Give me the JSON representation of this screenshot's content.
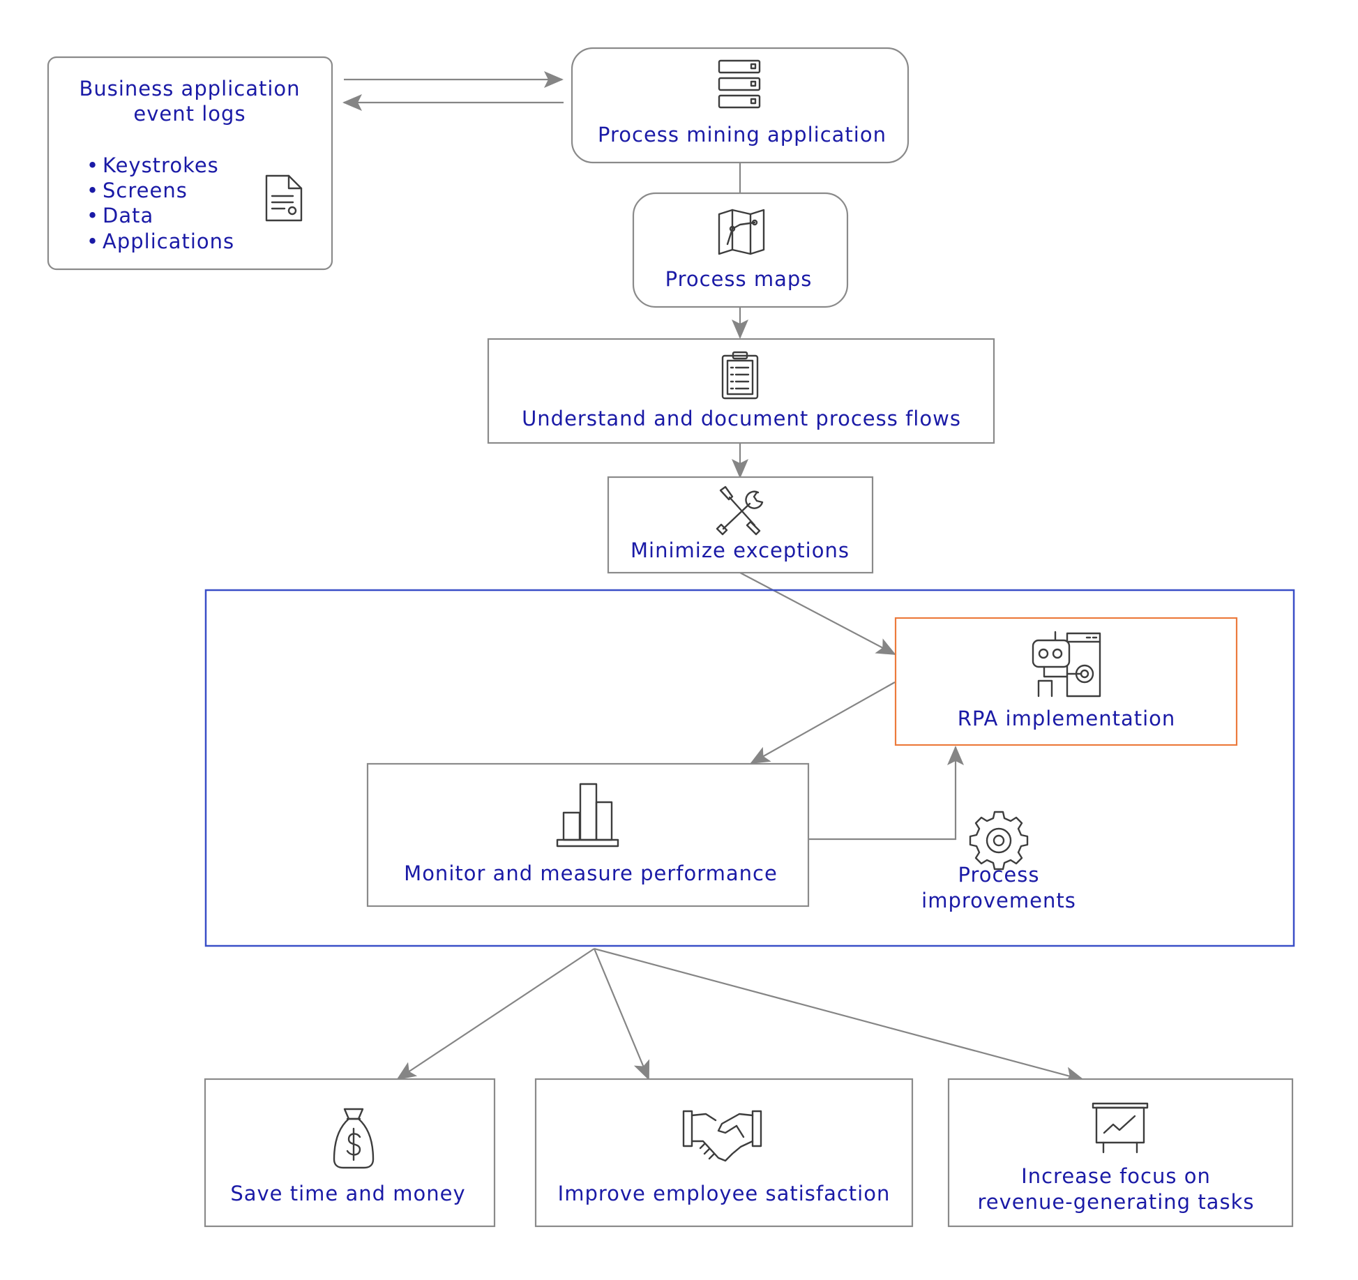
{
  "colors": {
    "text": "#1a1aa6",
    "box_border": "#8a8a8a",
    "connector": "#858585",
    "group_border": "#3a4fc7",
    "highlight_border": "#ec7a3c",
    "icon": "#3d3d3d"
  },
  "nodes": {
    "event_logs": {
      "title_line1": "Business application",
      "title_line2": "event logs",
      "items": [
        "Keystrokes",
        "Screens",
        "Data",
        "Applications"
      ],
      "icon": "document-icon"
    },
    "mining_app": {
      "label": "Process mining application",
      "icon": "server-icon"
    },
    "process_maps": {
      "label": "Process maps",
      "icon": "map-icon"
    },
    "document_flows": {
      "label": "Understand and document process flows",
      "icon": "clipboard-icon"
    },
    "minimize_exceptions": {
      "label": "Minimize exceptions",
      "icon": "tools-icon"
    },
    "rpa": {
      "label": "RPA implementation",
      "icon": "robot-icon"
    },
    "monitor": {
      "label": "Monitor and measure performance",
      "icon": "bar-chart-icon"
    },
    "improvements": {
      "label_line1": "Process",
      "label_line2": "improvements",
      "icon": "gear-icon"
    },
    "save_time": {
      "label": "Save time and money",
      "icon": "money-bag-icon"
    },
    "employee": {
      "label": "Improve employee satisfaction",
      "icon": "handshake-icon"
    },
    "revenue": {
      "label_line1": "Increase focus on",
      "label_line2": "revenue-generating tasks",
      "icon": "presentation-chart-icon"
    }
  }
}
